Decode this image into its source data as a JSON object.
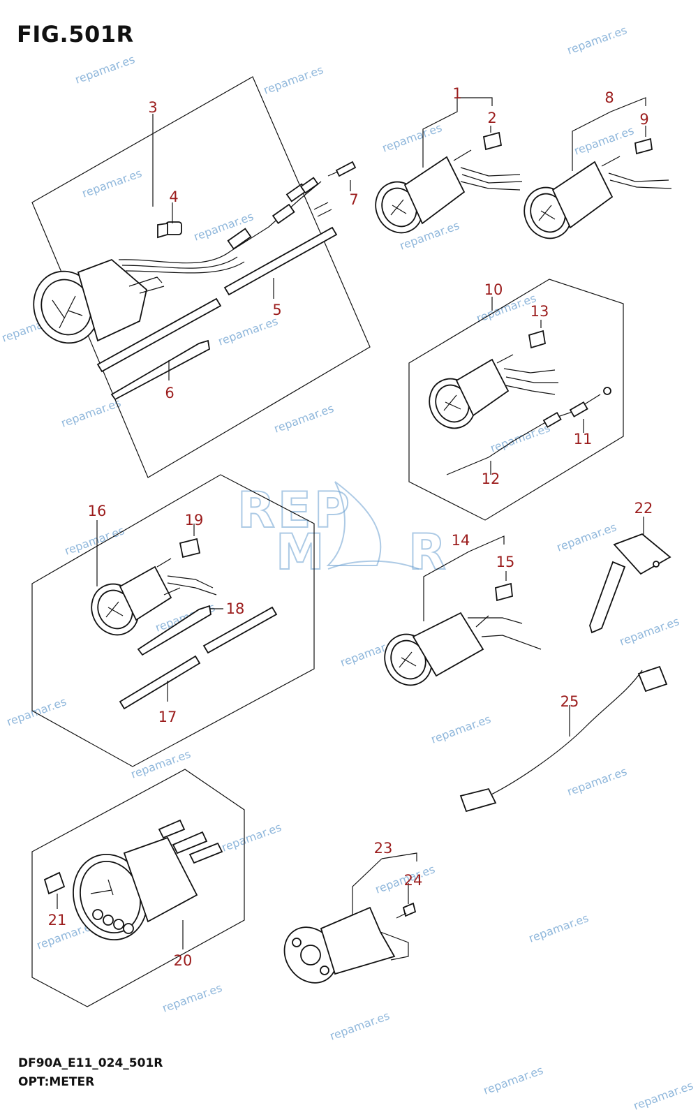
{
  "figure": {
    "title": "FIG.501R",
    "code": "DF90A_E11_024_501R",
    "section": "OPT:METER"
  },
  "callouts": [
    "1",
    "2",
    "3",
    "4",
    "5",
    "6",
    "7",
    "8",
    "9",
    "10",
    "11",
    "12",
    "13",
    "14",
    "15",
    "16",
    "17",
    "18",
    "19",
    "20",
    "21",
    "22",
    "23",
    "24",
    "25"
  ],
  "watermark": {
    "text": "repamar.es",
    "logo": "REPAMAR"
  },
  "colors": {
    "callout": "#9b1c1c",
    "watermark": "#6a9fd0",
    "line": "#111111"
  }
}
